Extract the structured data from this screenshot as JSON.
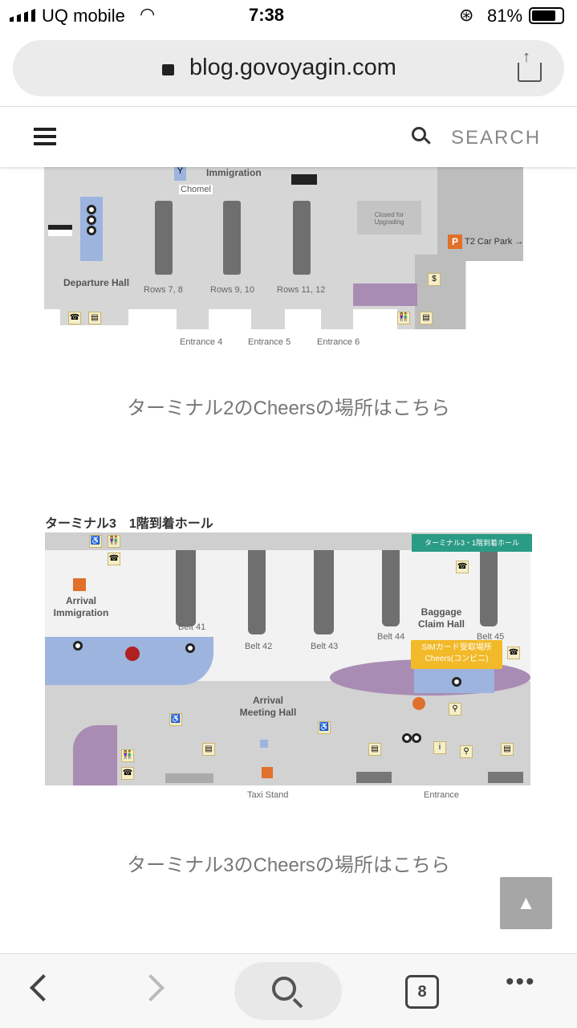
{
  "status_bar": {
    "carrier": "UQ mobile",
    "time": "7:38",
    "battery": "81%"
  },
  "browser": {
    "url": "blog.govoyagin.com",
    "tab_count": "8"
  },
  "site_header": {
    "search_label": "SEARCH"
  },
  "map_t2": {
    "immigration": "Immigration",
    "chomel": "Chomel",
    "closed": "Closed for Upgrading",
    "car_park": "T2 Car Park →",
    "parking_letter": "P",
    "departure_hall": "Departure Hall",
    "rows": [
      "Rows 7, 8",
      "Rows 9, 10",
      "Rows 11, 12"
    ],
    "entrances": [
      "Entrance 4",
      "Entrance 5",
      "Entrance 6"
    ]
  },
  "caption_t2": "ターミナル2のCheersの場所はこちら",
  "map_t3": {
    "title": "ターミナル3　1階到着ホール",
    "banner": "ターミナル3・1階到着ホール",
    "arrival_immigration": "Arrival Immigration",
    "baggage_claim": "Baggage Claim Hall",
    "meeting_hall": "Arrival Meeting Hall",
    "belts": [
      "Belt 41",
      "Belt 42",
      "Belt 43",
      "Belt 44",
      "Belt 45"
    ],
    "sim_callout_1": "SIMカード受取場所",
    "sim_callout_2": "Cheers(コンビニ)",
    "taxi_stand": "Taxi Stand",
    "entrance": "Entrance"
  },
  "caption_t3": "ターミナル3のCheersの場所はこちら",
  "scroll_top_icon": "▲"
}
